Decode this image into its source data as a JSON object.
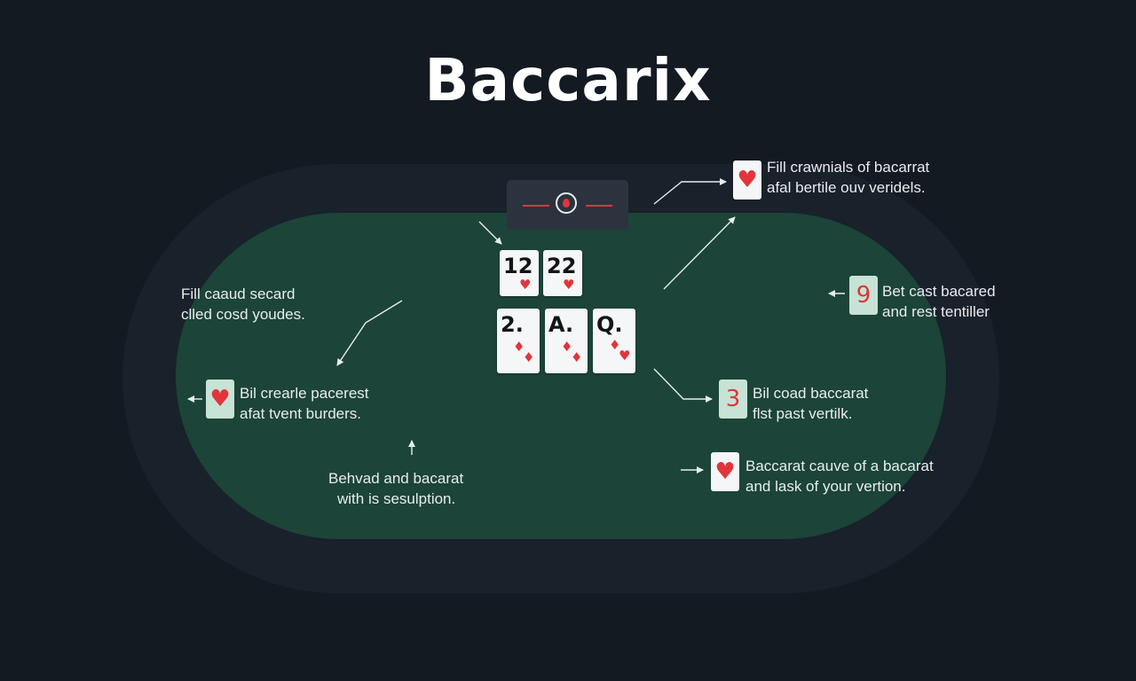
{
  "app": {
    "title": "Baccarix"
  },
  "colors": {
    "background": "#141a22",
    "rail": "#19212a",
    "felt": "#1c4438",
    "shoe": "#2c333e",
    "accent_red": "#e0363b",
    "card_face": "#f4f6f8",
    "mint_card": "#c6e3d6",
    "text": "#e8ecef"
  },
  "dealer_shoe": {
    "icon": "dealer-shoe-icon"
  },
  "cards_top": [
    {
      "rank": "12",
      "suit": "♥"
    },
    {
      "rank": "22",
      "suit": "♥"
    }
  ],
  "cards_bottom": [
    {
      "rank": "2.",
      "suit": "♦"
    },
    {
      "rank": "A.",
      "suit": "♦"
    },
    {
      "rank": "Q.",
      "suit": "♥"
    }
  ],
  "notes": {
    "top_right": {
      "card": "♥",
      "line1": "Fill crawnials of bacarrat",
      "line2": "afal bertile ouv veridels."
    },
    "left_upper": {
      "line1": "Fill caaud secard",
      "line2": "clled cosd youdes."
    },
    "right_upper": {
      "card": "9",
      "line1": "Bet cast bacared",
      "line2": "and rest tentiller"
    },
    "left_lower": {
      "card": "♥",
      "line1": "Bil crearle pacerest",
      "line2": "afat tvent burders."
    },
    "right_middle": {
      "card": "3",
      "line1": "Bil coad baccarat",
      "line2": "flst past vertilk."
    },
    "bottom_center": {
      "line1": "Behvad and bacarat",
      "line2": "with is sesulption."
    },
    "right_lower": {
      "card": "♥",
      "line1": "Baccarat cauve of a bacarat",
      "line2": "and lask of your vertion."
    }
  }
}
